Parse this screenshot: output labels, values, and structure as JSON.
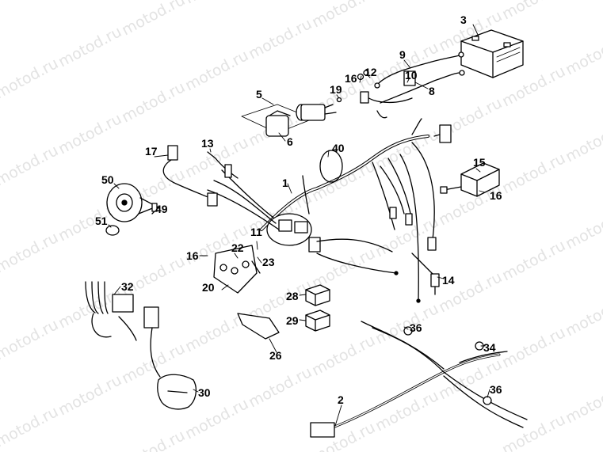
{
  "watermark": "motod.ru",
  "callouts": [
    {
      "id": "c1",
      "label": "1"
    },
    {
      "id": "c2",
      "label": "2"
    },
    {
      "id": "c3",
      "label": "3"
    },
    {
      "id": "c5",
      "label": "5"
    },
    {
      "id": "c6",
      "label": "6"
    },
    {
      "id": "c8",
      "label": "8"
    },
    {
      "id": "c9",
      "label": "9"
    },
    {
      "id": "c10",
      "label": "10"
    },
    {
      "id": "c11",
      "label": "11"
    },
    {
      "id": "c12",
      "label": "12"
    },
    {
      "id": "c13",
      "label": "13"
    },
    {
      "id": "c14",
      "label": "14"
    },
    {
      "id": "c15",
      "label": "15"
    },
    {
      "id": "c16a",
      "label": "16"
    },
    {
      "id": "c16b",
      "label": "16"
    },
    {
      "id": "c16c",
      "label": "16"
    },
    {
      "id": "c17",
      "label": "17"
    },
    {
      "id": "c19",
      "label": "19"
    },
    {
      "id": "c20",
      "label": "20"
    },
    {
      "id": "c22",
      "label": "22"
    },
    {
      "id": "c23",
      "label": "23"
    },
    {
      "id": "c26",
      "label": "26"
    },
    {
      "id": "c28",
      "label": "28"
    },
    {
      "id": "c29",
      "label": "29"
    },
    {
      "id": "c30",
      "label": "30"
    },
    {
      "id": "c32",
      "label": "32"
    },
    {
      "id": "c34",
      "label": "34"
    },
    {
      "id": "c36a",
      "label": "36"
    },
    {
      "id": "c36b",
      "label": "36"
    },
    {
      "id": "c40",
      "label": "40"
    },
    {
      "id": "c49",
      "label": "49"
    },
    {
      "id": "c50",
      "label": "50"
    },
    {
      "id": "c51",
      "label": "51"
    }
  ]
}
